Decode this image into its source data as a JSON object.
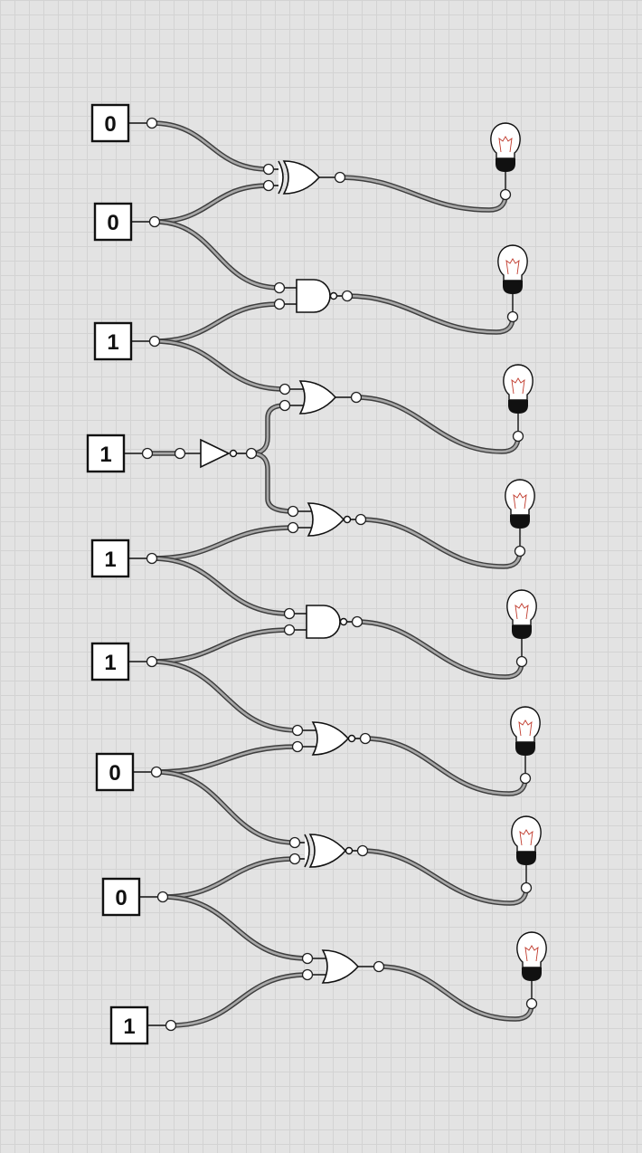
{
  "canvas": {
    "background": "#e3e3e3",
    "grid_color": "#d3d3d3",
    "wire_color": "#a8a8a8",
    "filament_color": "#c0392b"
  },
  "switches": [
    {
      "id": "s1",
      "label": "0"
    },
    {
      "id": "s2",
      "label": "0"
    },
    {
      "id": "s3",
      "label": "1"
    },
    {
      "id": "s4",
      "label": "1"
    },
    {
      "id": "s5",
      "label": "1"
    },
    {
      "id": "s6",
      "label": "1"
    },
    {
      "id": "s7",
      "label": "0"
    },
    {
      "id": "s8",
      "label": "0"
    },
    {
      "id": "s9",
      "label": "1"
    }
  ],
  "gates": [
    {
      "id": "g1",
      "type": "XOR"
    },
    {
      "id": "g2",
      "type": "NAND"
    },
    {
      "id": "g3",
      "type": "OR"
    },
    {
      "id": "g4",
      "type": "NOR"
    },
    {
      "id": "g5",
      "type": "NAND"
    },
    {
      "id": "g6",
      "type": "NOR"
    },
    {
      "id": "g7",
      "type": "XNOR"
    },
    {
      "id": "g8",
      "type": "OR"
    },
    {
      "id": "n1",
      "type": "NOT"
    }
  ],
  "bulbs": [
    {
      "id": "b1",
      "icon": "lightbulb-icon"
    },
    {
      "id": "b2",
      "icon": "lightbulb-icon"
    },
    {
      "id": "b3",
      "icon": "lightbulb-icon"
    },
    {
      "id": "b4",
      "icon": "lightbulb-icon"
    },
    {
      "id": "b5",
      "icon": "lightbulb-icon"
    },
    {
      "id": "b6",
      "icon": "lightbulb-icon"
    },
    {
      "id": "b7",
      "icon": "lightbulb-icon"
    },
    {
      "id": "b8",
      "icon": "lightbulb-icon"
    }
  ],
  "connections": [
    {
      "from": "s1",
      "to": "g1.in1"
    },
    {
      "from": "s2",
      "to": "g1.in2"
    },
    {
      "from": "s2",
      "to": "g2.in1"
    },
    {
      "from": "s3",
      "to": "g2.in2"
    },
    {
      "from": "s3",
      "to": "g3.in1"
    },
    {
      "from": "s4",
      "to": "n1.in"
    },
    {
      "from": "n1",
      "to": "g3.in2"
    },
    {
      "from": "n1",
      "to": "g4.in1"
    },
    {
      "from": "s5",
      "to": "g4.in2"
    },
    {
      "from": "s5",
      "to": "g5.in1"
    },
    {
      "from": "s6",
      "to": "g5.in2"
    },
    {
      "from": "s6",
      "to": "g6.in1"
    },
    {
      "from": "s7",
      "to": "g6.in2"
    },
    {
      "from": "s7",
      "to": "g7.in1"
    },
    {
      "from": "s8",
      "to": "g7.in2"
    },
    {
      "from": "s8",
      "to": "g8.in1"
    },
    {
      "from": "s9",
      "to": "g8.in2"
    },
    {
      "from": "g1",
      "to": "b1"
    },
    {
      "from": "g2",
      "to": "b2"
    },
    {
      "from": "g3",
      "to": "b3"
    },
    {
      "from": "g4",
      "to": "b4"
    },
    {
      "from": "g5",
      "to": "b5"
    },
    {
      "from": "g6",
      "to": "b6"
    },
    {
      "from": "g7",
      "to": "b7"
    },
    {
      "from": "g8",
      "to": "b8"
    }
  ]
}
